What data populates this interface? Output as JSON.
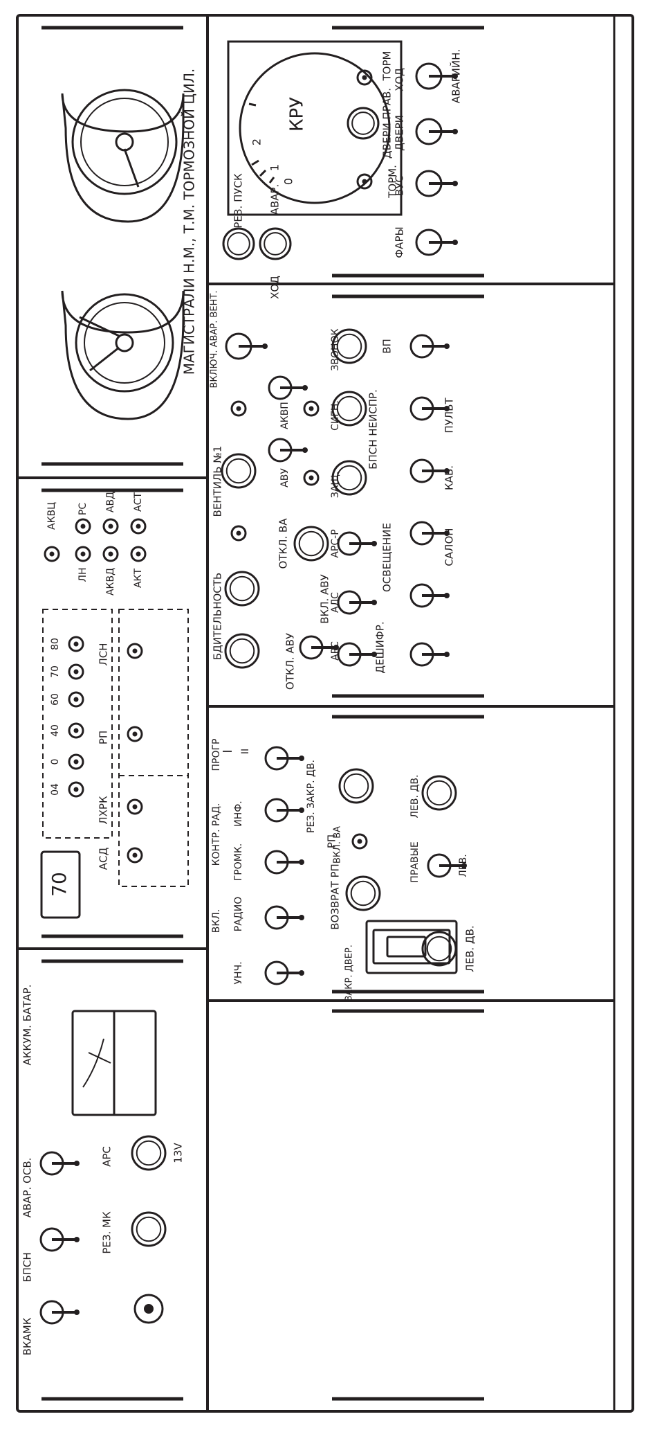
{
  "diagram": {
    "title_top": "МАГИСТРАЛИ Н.М., Т.М. ТОРМОЗНОЙ ЦИЛ.",
    "kru": {
      "label": "КРУ",
      "ticks": [
        "0",
        "1",
        "2"
      ],
      "rez_pusk": "РЕЗ. ПУСК",
      "avar": "АВАР.",
      "hod": "ХОД"
    },
    "doors_group": {
      "torm1": "ТОРМ.",
      "dveri_prav": "ДВЕРИ ПРАВ.",
      "torm2": "ТОРМ",
      "fary": "ФАРЫ",
      "vus": "ВУС",
      "dveri": "ДВЕРИ",
      "hod": "ХОД",
      "avariyn": "АВАРИЙН."
    },
    "indicators": {
      "aqvc": "АКВЦ",
      "ln": "ЛН",
      "rs": "РС",
      "akvd": "АКВД",
      "avd": "АВД",
      "akt": "АКТ",
      "ast": "АСТ"
    },
    "speed": {
      "display": "70",
      "values": [
        "04",
        "0",
        "40",
        "60",
        "70",
        "80"
      ],
      "asd": "АСД",
      "lhrk": "ЛХРК",
      "rp": "РП",
      "lsn": "ЛСН"
    },
    "middle": {
      "vkl_avar_vent": "ВКЛЮЧ. АВАР. ВЕНТ.",
      "bditelnost": "БДИТЕЛЬНОСТЬ",
      "ventil": "ВЕНТИЛЬ №1",
      "otkl_va": "ОТКЛ. ВА",
      "avu": "АВУ",
      "akvp": "АКВП",
      "otkl_avu": "ОТКЛ. АВУ",
      "vkl_avu": "ВКЛ. АВУ",
      "ars": "АРС",
      "als": "АЛС",
      "ars_r": "АРС-Р",
      "zashch": "ЗАЩ.",
      "sign": "СИГН.",
      "zvonok": "ЗВОНОК",
      "bpsn_neispr": "БПСН НЕИСПР.",
      "deshifr": "ДЕШИФР.",
      "osveshchenie": "ОСВЕЩЕНИЕ",
      "salon": "САЛОН",
      "kab": "КАБ.",
      "pult": "ПУЛЬТ",
      "vp": "ВП"
    },
    "lower": {
      "vkl": "ВКЛ.",
      "kontr_rad": "КОНТР. РАД.",
      "progr": "ПРОГР",
      "unch": "УНЧ.",
      "radio": "РАДИО",
      "gromk": "ГРОМК.",
      "inf": "ИНФ.",
      "roman1": "I",
      "roman2": "II",
      "rez_zakr_dv": "РЕЗ. ЗАКР. ДВ.",
      "zakr_dver": "ЗАКР. ДВЕР.",
      "vozvrat_rp": "ВОЗВРАТ РП",
      "vkl_va": "ВКЛ. ВА",
      "rp": "РП",
      "lev_dv": "ЛЕВ. ДВ.",
      "pravye": "ПРАВЫЕ",
      "lev_dv2": "ЛЕВ. ДВ.",
      "lev": "ЛЕВ."
    },
    "bottom": {
      "vkamk": "ВКАМК",
      "bpsn": "БПСН",
      "avar_osv": "АВАР. ОСВ.",
      "akkum": "АККУМ. БАТАР.",
      "rez_mk": "РЕЗ. МК",
      "ars": "АРС",
      "v13": "13V"
    }
  }
}
